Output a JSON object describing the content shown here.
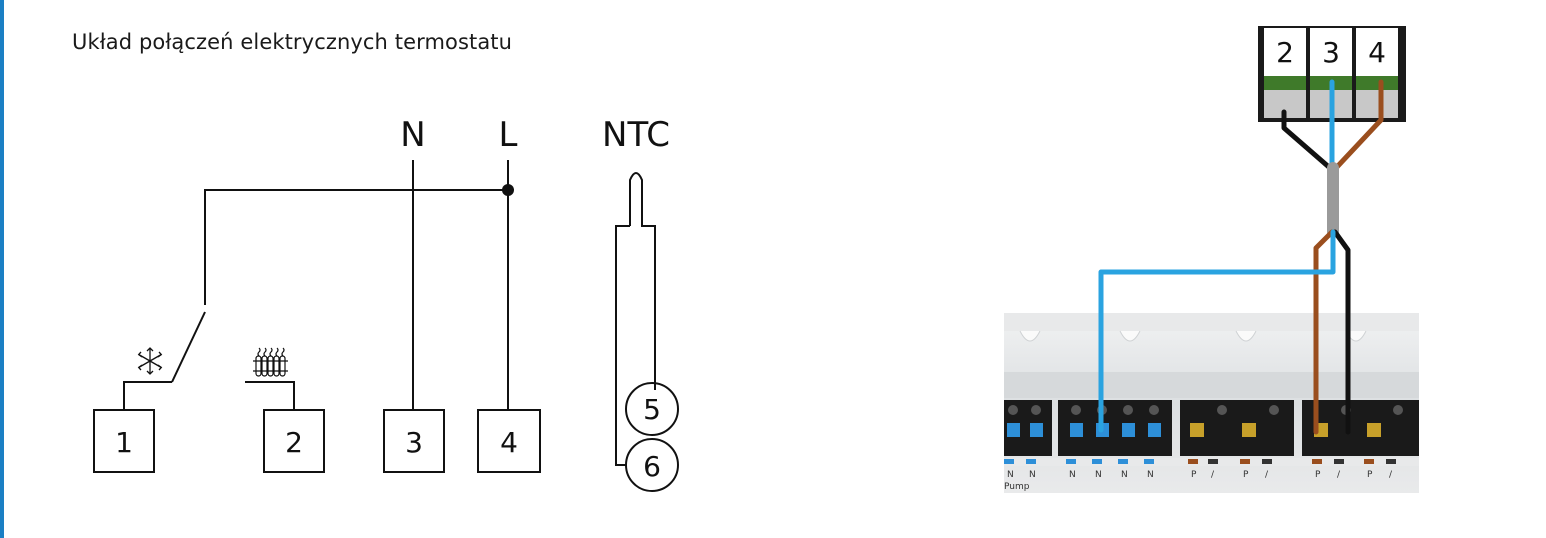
{
  "title": "Układ połączeń elektrycznych termostatu",
  "accent_color": "#1b7fc4",
  "schematic": {
    "supply_labels": [
      "N",
      "L"
    ],
    "sensor_label": "NTC",
    "terminals": [
      "1",
      "2",
      "3",
      "4"
    ],
    "sensor_terminals": [
      "5",
      "6"
    ],
    "icons": [
      "snowflake-icon",
      "radiator-icon"
    ]
  },
  "wiring": {
    "connector_terminals": [
      "2",
      "3",
      "4"
    ],
    "strip_labels": [
      "N",
      "N",
      "N",
      "N",
      "N",
      "N",
      "P",
      "/",
      "P",
      "/",
      "P",
      "/",
      "P",
      "/"
    ],
    "strip_caption": "Pump",
    "wire_colors": {
      "blue": "#2aa3e0",
      "brown": "#9a4e1e",
      "black": "#111111",
      "gray_sheath": "#9a9a9a",
      "green_band": "#3f7a2a"
    }
  }
}
